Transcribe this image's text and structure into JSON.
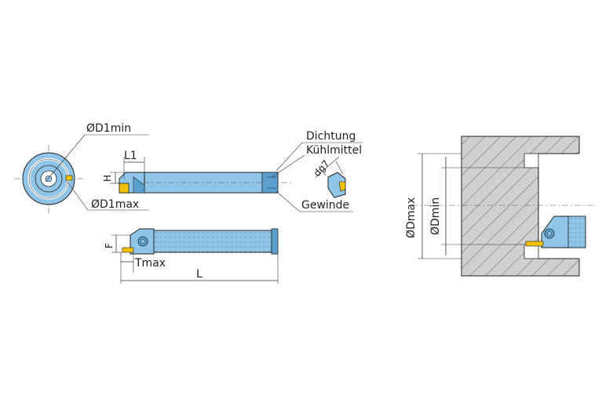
{
  "labels": {
    "d1min": "ØD1min",
    "d1max": "ØD1max",
    "l1": "L1",
    "h": "H",
    "f": "F",
    "tmax": "Tmax",
    "l": "L",
    "dichtung": "Dichtung",
    "kuehlmittel": "Kühlmittel",
    "gewinde": "Gewinde",
    "dg7": "dg7",
    "dmax": "ØDmax",
    "dmin": "ØDmin"
  },
  "colors": {
    "tool_body": "#8fc5e8",
    "tool_body_dark": "#5aa0cf",
    "insert": "#f2c200",
    "workpiece": "#d0d0d0",
    "outline": "#222222"
  }
}
